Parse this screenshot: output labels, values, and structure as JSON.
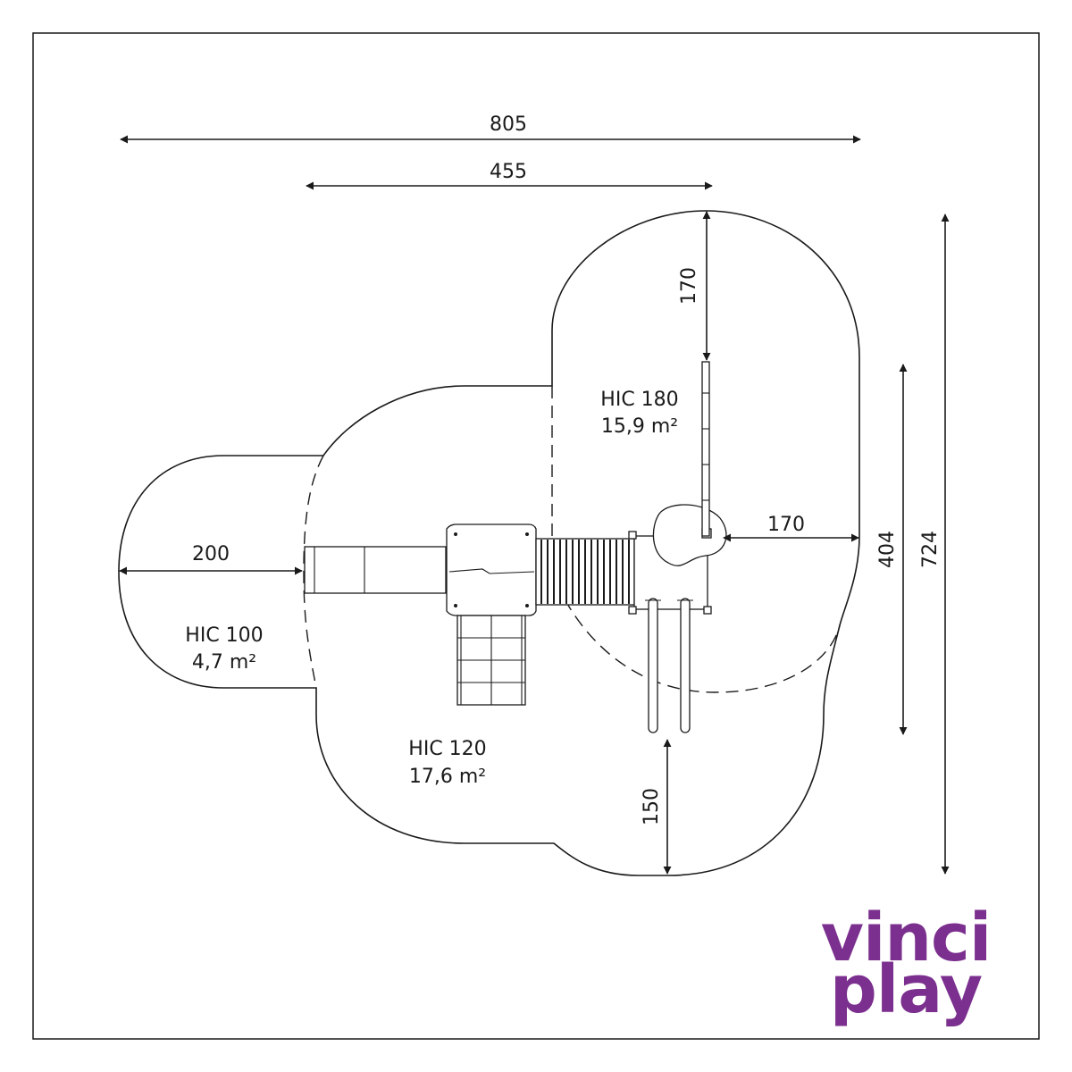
{
  "dimensions": {
    "total_width": "805",
    "structure_width": "455",
    "top_clearance": "170",
    "right_clearance": "170",
    "left_clearance": "200",
    "bottom_clearance": "150",
    "inner_height": "404",
    "total_height": "724"
  },
  "zones": [
    {
      "hic": "HIC 180",
      "area": "15,9 m²"
    },
    {
      "hic": "HIC 100",
      "area": "4,7 m²"
    },
    {
      "hic": "HIC 120",
      "area": "17,6 m²"
    }
  ],
  "logo": {
    "line1": "vinci",
    "line2": "play",
    "color": "#7b2f8e"
  }
}
